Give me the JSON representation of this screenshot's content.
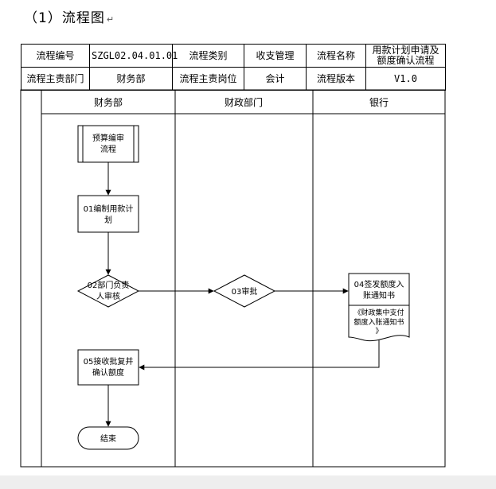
{
  "heading": {
    "text": "（1）流程图",
    "return_mark": "↵"
  },
  "meta_table": {
    "row1": {
      "code_label": "流程编号",
      "code_value": "SZGL02.04.01.01",
      "category_label": "流程类别",
      "category_value": "收支管理",
      "name_label": "流程名称",
      "name_value_line1": "用款计划申请及",
      "name_value_line2": "额度确认流程"
    },
    "row2": {
      "dept_label": "流程主责部门",
      "dept_value": "财务部",
      "post_label": "流程主责岗位",
      "post_value": "会计",
      "version_label": "流程版本",
      "version_value": "V1.0"
    }
  },
  "lanes": {
    "finance": "财务部",
    "treasury": "财政部门",
    "bank": "银行"
  },
  "nodes": {
    "n00_line1": "预算编审",
    "n00_line2": "流程",
    "n01_line1": "01编制用款计",
    "n01_line2": "划",
    "n02_line1": "02部门负责",
    "n02_line2": "人审核",
    "n03": "03审批",
    "n04_line1": "04签发额度入",
    "n04_line2": "账通知书",
    "n04_doc_line1": "《财政集中支付",
    "n04_doc_line2": "额度入账通知书",
    "n04_doc_line3": "》",
    "n05_line1": "05接收批复并",
    "n05_line2": "确认额度",
    "end": "结束"
  }
}
